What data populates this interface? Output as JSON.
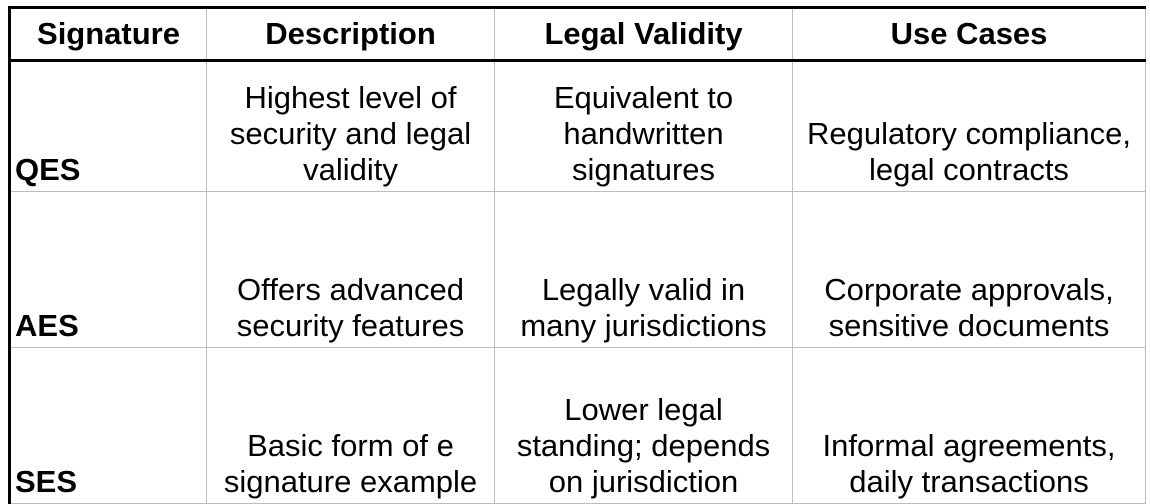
{
  "table": {
    "headers": [
      "Signature",
      "Description",
      "Legal Validity",
      "Use Cases"
    ],
    "rows": [
      {
        "signature": "QES",
        "description": "Highest level of security and legal validity",
        "legal_validity": "Equivalent to handwritten signatures",
        "use_cases": "Regulatory compliance, legal contracts"
      },
      {
        "signature": "AES",
        "description": "Offers advanced security features",
        "legal_validity": "Legally valid in many jurisdictions",
        "use_cases": "Corporate approvals, sensitive documents"
      },
      {
        "signature": "SES",
        "description": "Basic form of e signature example",
        "legal_validity": "Lower legal standing; depends on jurisdiction",
        "use_cases": "Informal agreements, daily transactions"
      }
    ]
  }
}
